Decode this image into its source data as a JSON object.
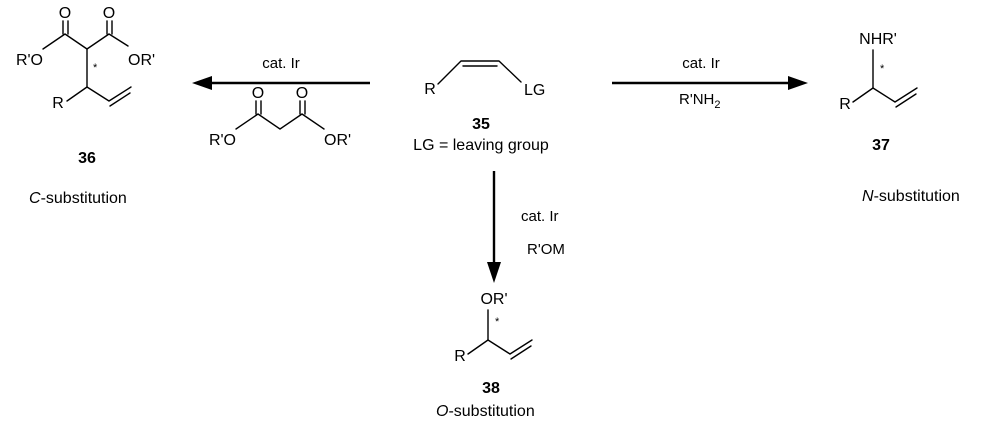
{
  "center": {
    "r": "R",
    "lg": "LG",
    "number": "35",
    "note": "LG = leaving group"
  },
  "left": {
    "reagent_top": "cat. Ir",
    "malonate_left": "R'O",
    "malonate_right": "OR'",
    "malonate_o1": "O",
    "malonate_o2": "O",
    "product_left_ester": "R'O",
    "product_right_ester": "OR'",
    "product_o1": "O",
    "product_o2": "O",
    "product_r": "R",
    "star": "*",
    "number": "36",
    "caption_italic": "C",
    "caption_rest": "-substitution"
  },
  "right": {
    "reagent_top": "cat. Ir",
    "reagent_bottom_main": "R'NH",
    "reagent_bottom_sub": "2",
    "product_group": "NHR'",
    "product_r": "R",
    "star": "*",
    "number": "37",
    "caption_italic": "N",
    "caption_rest": "-substitution"
  },
  "down": {
    "reagent_top": "cat. Ir",
    "reagent_bottom": "R'OM",
    "product_group": "OR'",
    "product_r": "R",
    "star": "*",
    "number": "38",
    "caption_italic": "O",
    "caption_rest": "-substitution"
  }
}
